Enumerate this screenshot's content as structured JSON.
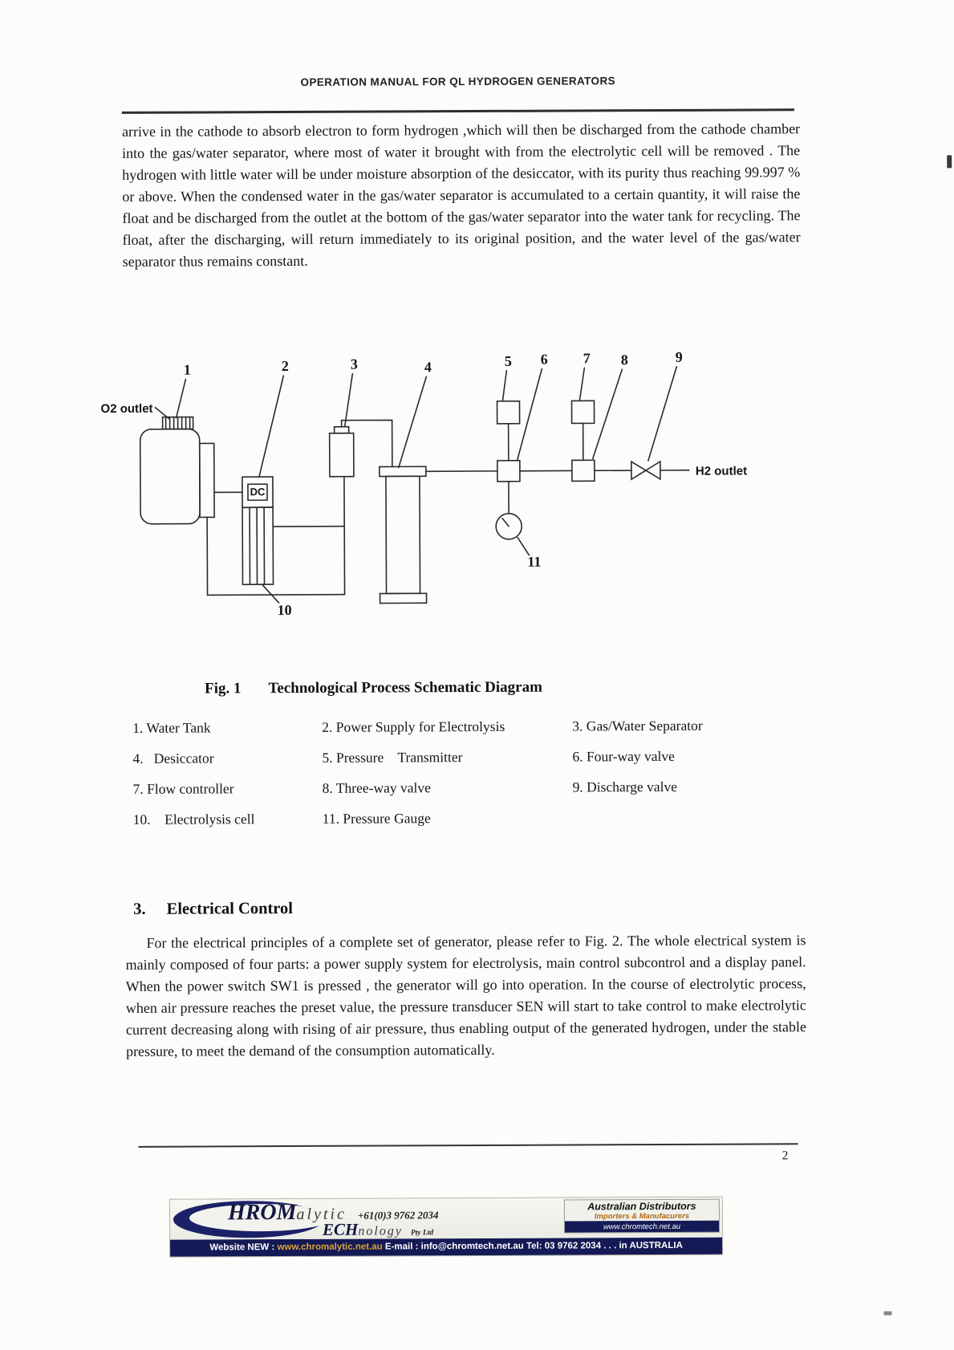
{
  "header": {
    "title": "OPERATION MANUAL FOR QL HYDROGEN GENERATORS"
  },
  "intro_paragraph": "arrive in the cathode to absorb electron to form hydrogen ,which will then be discharged from the cathode chamber into the gas/water separator, where most of water it brought with from the electrolytic cell will be removed . The hydrogen with little water will be under moisture absorption of the desiccator, with its purity thus reaching 99.997 % or above. When the condensed water in the gas/water separator is accumulated to a certain quantity, it will raise the float and be discharged from the outlet at the bottom of the gas/water separator into the water tank for recycling. The float, after the discharging, will return immediately to its original position, and the water level of the gas/water separator thus remains constant.",
  "figure": {
    "caption_fig": "Fig. 1",
    "caption_title": "Technological Process Schematic Diagram",
    "o2_label": "O2 outlet",
    "h2_label": "H2 outlet",
    "dc_label": "DC",
    "numbers": [
      "1",
      "2",
      "3",
      "4",
      "5",
      "6",
      "7",
      "8",
      "9",
      "10",
      "11"
    ],
    "legend_rows": [
      [
        "1. Water Tank",
        "2. Power Supply for Electrolysis",
        "3. Gas/Water Separator"
      ],
      [
        "4.   Desiccator",
        "5. Pressure    Transmitter",
        "6. Four-way valve"
      ],
      [
        "7. Flow controller",
        "8. Three-way valve",
        "9. Discharge valve"
      ],
      [
        "10.    Electrolysis cell",
        "11. Pressure Gauge",
        ""
      ]
    ]
  },
  "section3": {
    "number": "3.",
    "title": "Electrical Control",
    "body": "For the electrical principles of a complete set of generator, please refer to Fig. 2. The whole electrical system is mainly composed of four parts: a power supply system for electrolysis, main control subcontrol and a display panel. When the power switch SW1 is pressed , the generator will go into operation. In the course of electrolytic process, when air pressure reaches the preset value, the pressure transducer SEN will start to take control to make electrolytic current decreasing along with rising of air pressure, thus enabling output of the generated hydrogen, under the stable pressure, to meet the demand of the consumption automatically.",
    "page_number": "2"
  },
  "footer": {
    "brand_line1_big": "HROM",
    "brand_line1_rest": "alytic",
    "phone": "+61(0)3 9762 2034",
    "brand_line2_big": "ECH",
    "brand_line2_rest": "nology",
    "brand_line2_suffix": "Pty Ltd",
    "dist_line1": "Australian Distributors",
    "dist_line2": "Importers & Manufacurers",
    "dist_line3": "www.chromtech.net.au",
    "bar_part1": "Website NEW : ",
    "bar_link": "www.chromalytic.net.au",
    "bar_part2": " E-mail : info@chromtech.net.au Tel: 03 9762 2034 . . . in AUSTRALIA"
  }
}
